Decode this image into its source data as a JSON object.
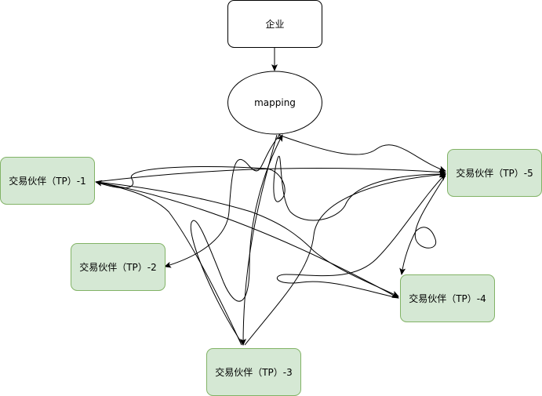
{
  "nodes": {
    "enterprise": {
      "label": "企业",
      "fill": "#ffffff",
      "stroke": "#000000"
    },
    "mapping": {
      "label": "mapping",
      "fill": "#ffffff",
      "stroke": "#000000"
    },
    "tp1": {
      "label": "交易伙伴（TP）-1",
      "fill": "#d5e8d4",
      "stroke": "#82b366"
    },
    "tp2": {
      "label": "交易伙伴（TP）-2",
      "fill": "#d5e8d4",
      "stroke": "#82b366"
    },
    "tp3": {
      "label": "交易伙伴（TP）-3",
      "fill": "#d5e8d4",
      "stroke": "#82b366"
    },
    "tp4": {
      "label": "交易伙伴（TP）-4",
      "fill": "#d5e8d4",
      "stroke": "#82b366"
    },
    "tp5": {
      "label": "交易伙伴（TP）-5",
      "fill": "#d5e8d4",
      "stroke": "#82b366"
    }
  }
}
